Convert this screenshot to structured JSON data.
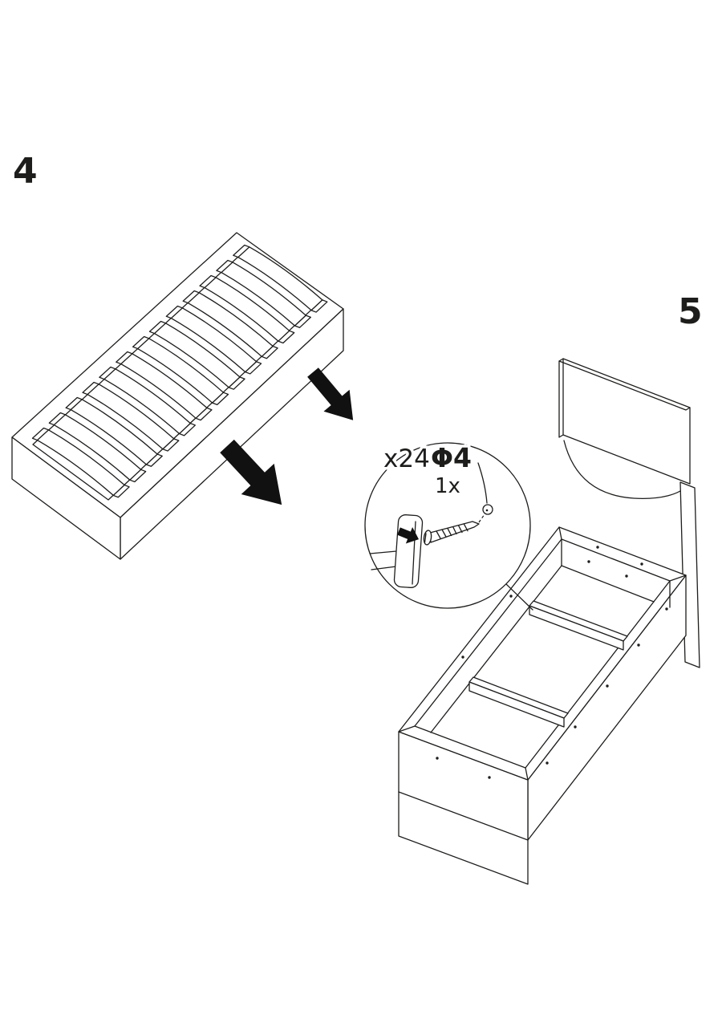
{
  "document": {
    "type": "furniture-assembly-instructions",
    "page_background": "#ffffff"
  },
  "colors": {
    "line": "#1d1d1b",
    "arrow_fill": "#111111"
  },
  "steps": [
    {
      "number": "4"
    },
    {
      "number": "5"
    }
  ],
  "callout": {
    "total_quantity": "x24",
    "screw_diameter": "Φ4",
    "per_hole_quantity": "1x"
  }
}
